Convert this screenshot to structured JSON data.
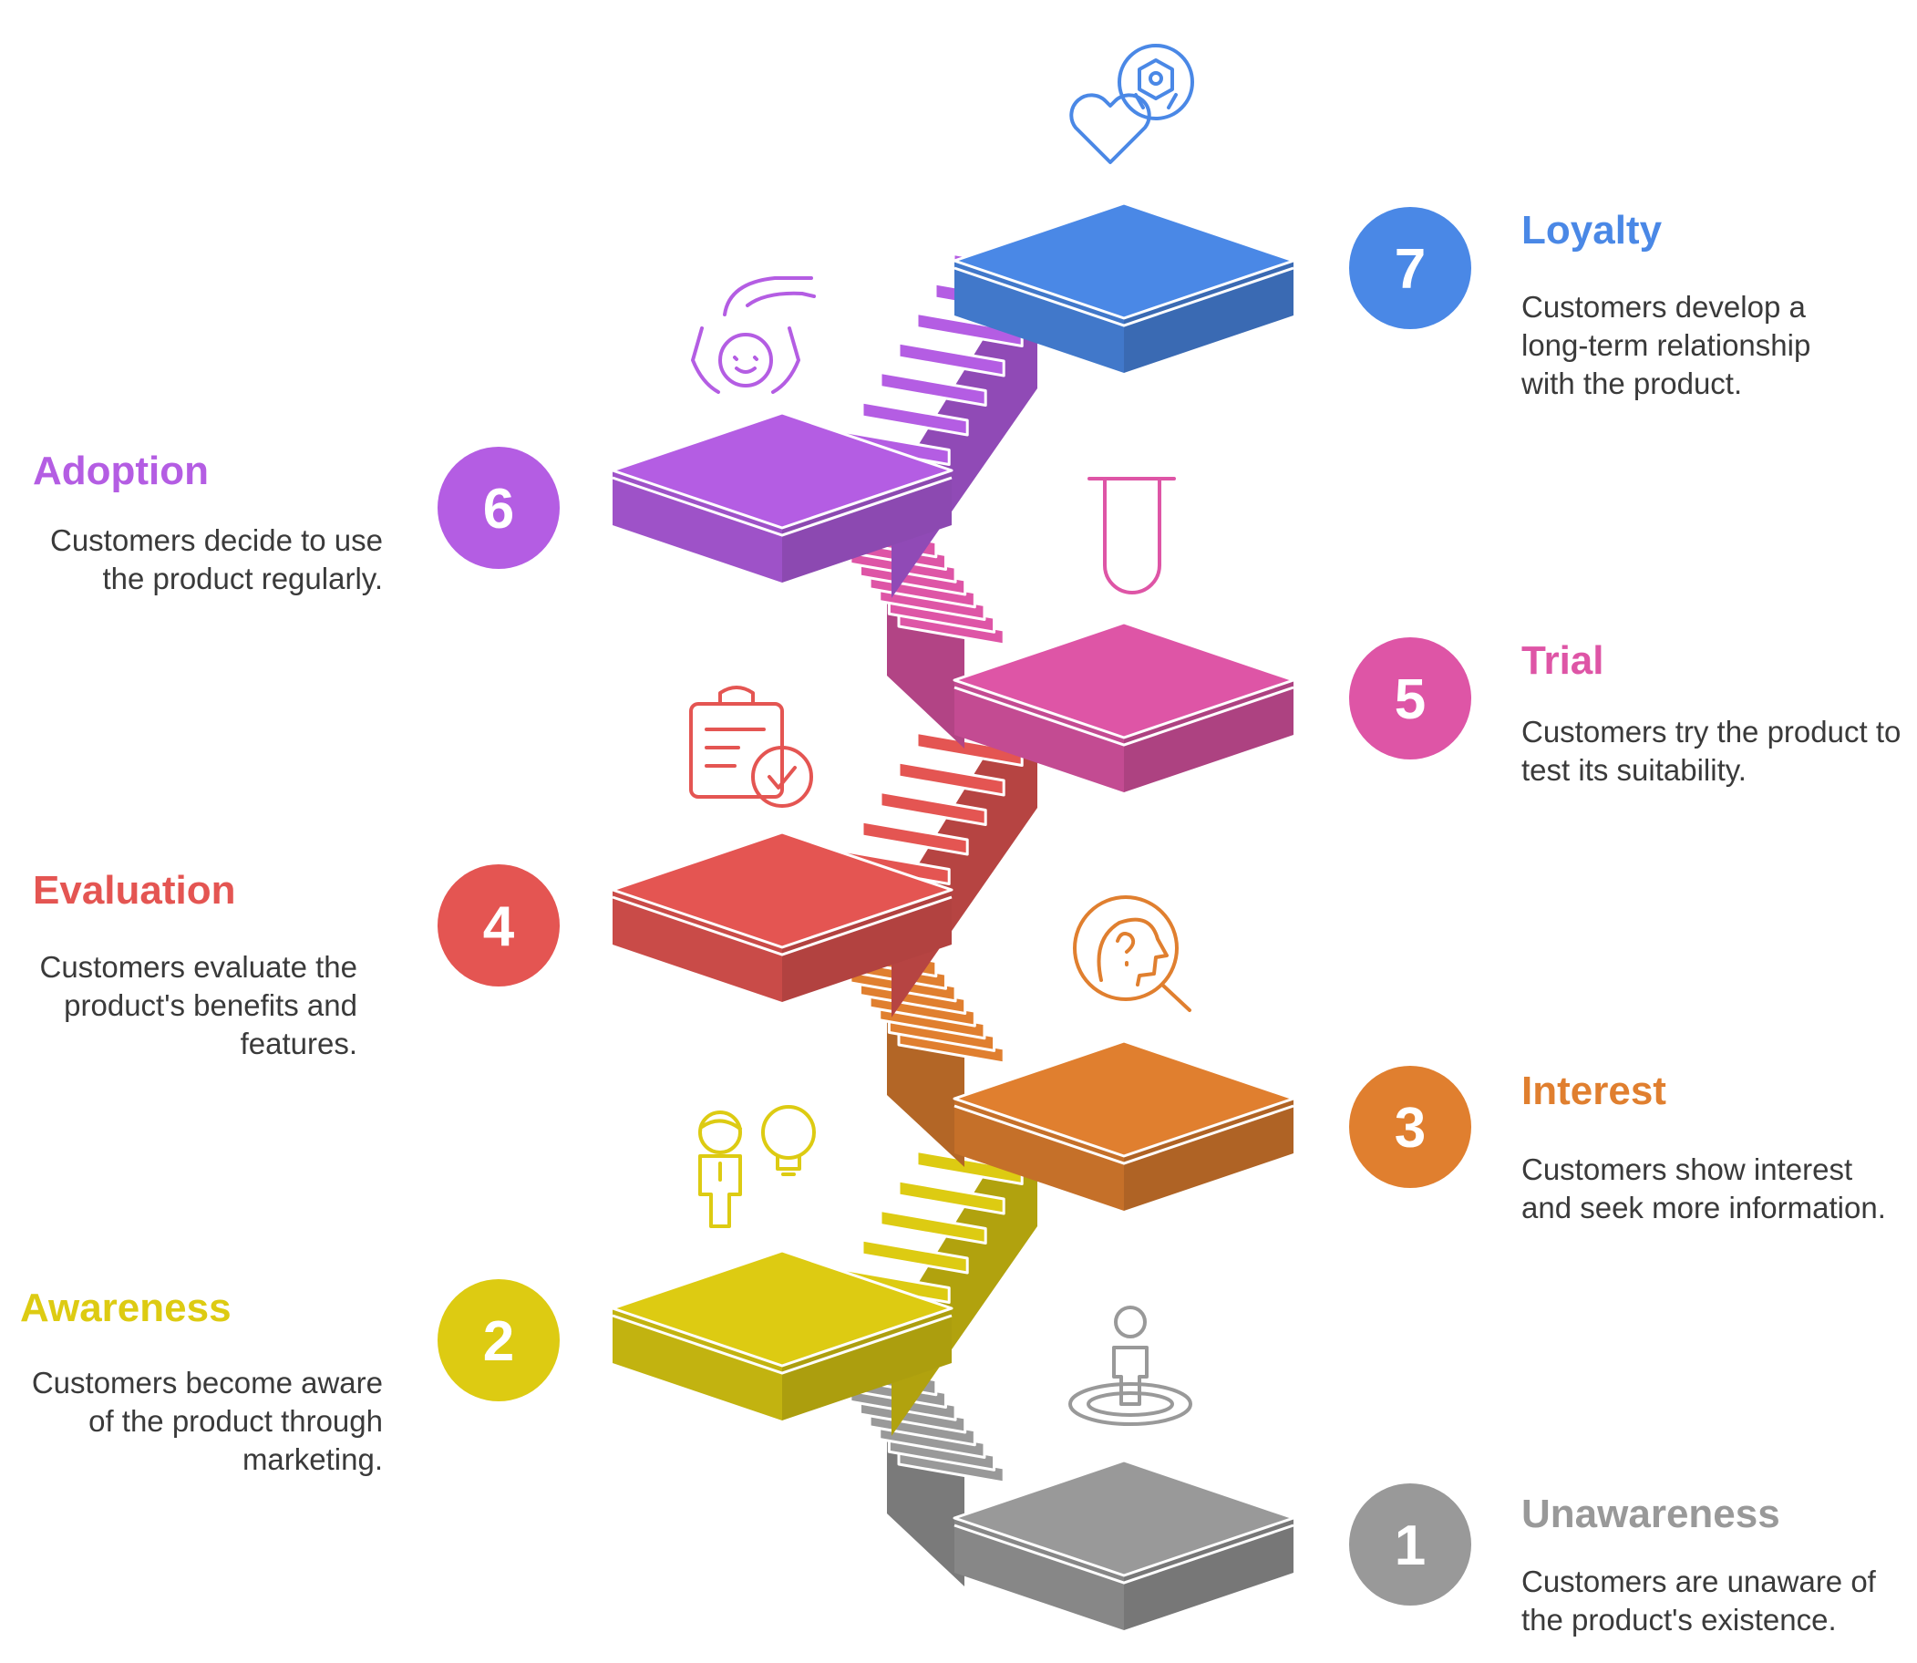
{
  "stages": [
    {
      "number": "1",
      "title": "Unawareness",
      "description": "Customers are unaware of the product's existence.",
      "color": "#999999",
      "icon": "person-in-circle-icon",
      "side": "right"
    },
    {
      "number": "2",
      "title": "Awareness",
      "description": "Customers become aware of the product through marketing.",
      "color": "#ddcb12",
      "icon": "person-lightbulb-icon",
      "side": "left"
    },
    {
      "number": "3",
      "title": "Interest",
      "description": "Customers show interest and seek more information.",
      "color": "#e07f2f",
      "icon": "head-question-magnifier-icon",
      "side": "right"
    },
    {
      "number": "4",
      "title": "Evaluation",
      "description": "Customers evaluate the product's benefits and features.",
      "color": "#e45552",
      "icon": "clipboard-check-icon",
      "side": "left"
    },
    {
      "number": "5",
      "title": "Trial",
      "description": "Customers try the product to test its suitability.",
      "color": "#de55a6",
      "icon": "test-tube-icon",
      "side": "right"
    },
    {
      "number": "6",
      "title": "Adoption",
      "description": "Customers decide to use the product regularly.",
      "color": "#b45de3",
      "icon": "hand-over-person-icon",
      "side": "left"
    },
    {
      "number": "7",
      "title": "Loyalty",
      "description": "Customers develop a long-term relationship with the product.",
      "color": "#4a88e6",
      "icon": "heart-badge-icon",
      "side": "right"
    }
  ]
}
